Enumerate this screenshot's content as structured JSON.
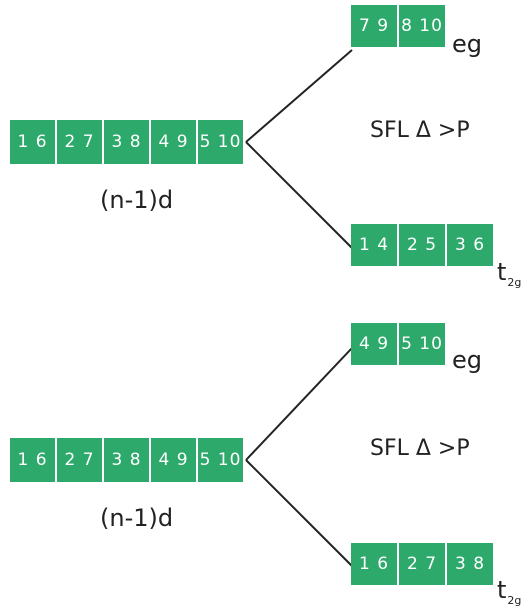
{
  "colors": {
    "green": "#2daa6b",
    "line": "#222222"
  },
  "diagrams": [
    {
      "main": [
        "1 6",
        "2 7",
        "3 8",
        "4 9",
        "5 10"
      ],
      "main_label": "(n-1)d",
      "upper": [
        "7 9",
        "8 10"
      ],
      "upper_label": "eg",
      "lower": [
        "1 4",
        "2 5",
        "3 6"
      ],
      "lower_label": "t",
      "lower_label_sub": "2g",
      "field_label": "SFL Δ >P"
    },
    {
      "main": [
        "1 6",
        "2 7",
        "3 8",
        "4 9",
        "5 10"
      ],
      "main_label": "(n-1)d",
      "upper": [
        "4 9",
        "5 10"
      ],
      "upper_label": "eg",
      "lower": [
        "1 6",
        "2 7",
        "3 8"
      ],
      "lower_label": "t",
      "lower_label_sub": "2g",
      "field_label": "SFL Δ >P"
    }
  ]
}
